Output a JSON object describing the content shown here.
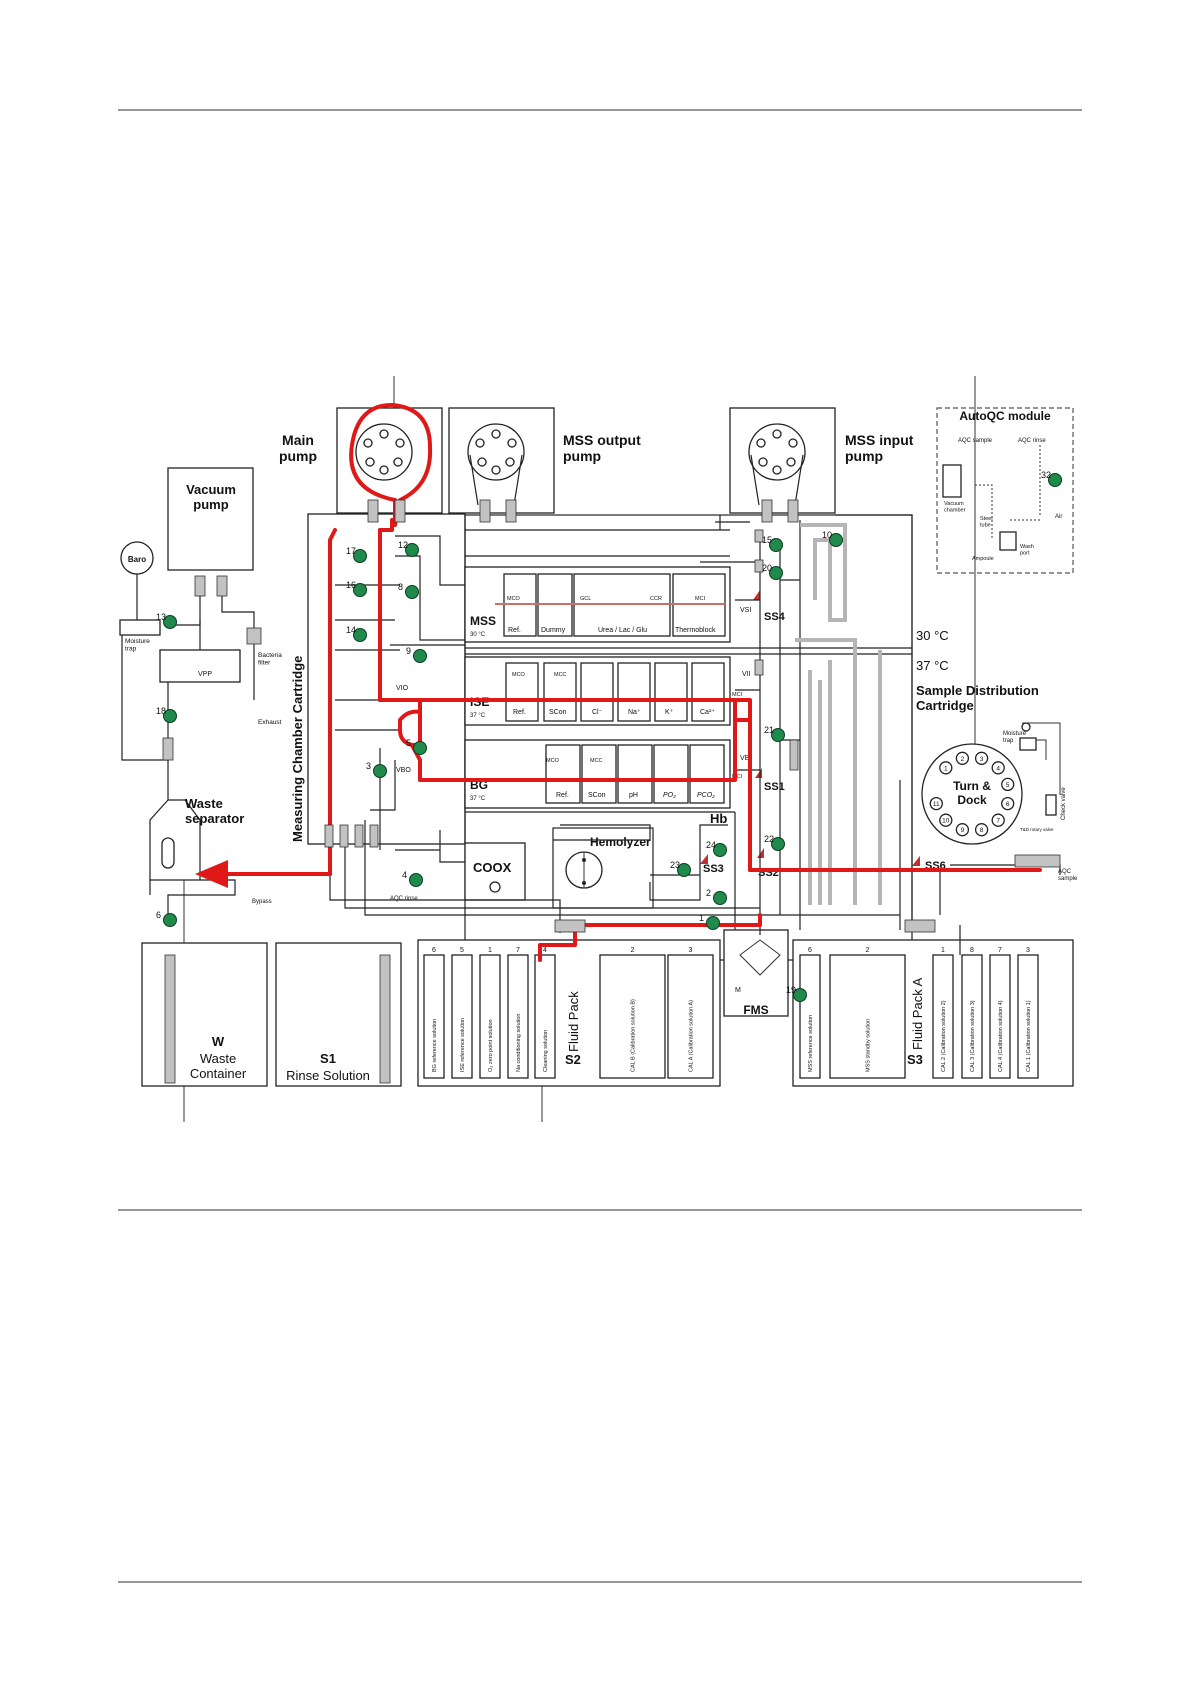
{
  "pumps": {
    "main": "Main\npump",
    "mss_output": "MSS output\npump",
    "mss_input": "MSS input\npump",
    "vacuum": "Vacuum\npump"
  },
  "autoqc": {
    "title": "AutoQC module",
    "aqc_sample": "AQC sample",
    "aqc_rinse": "AQC rinse",
    "vacuum_chamber": "Vacuum\nchamber",
    "steel_tube": "Steel\ntube",
    "ampoule": "Ampoule",
    "wash_port": "Wash\nport",
    "air": "Air"
  },
  "left_parts": {
    "baro": "Baro",
    "moisture_trap": "Moisture\ntrap",
    "vpp": "VPP",
    "bacteria_filter": "Bacteria\nfilter",
    "exhaust": "Exhaust",
    "waste_separator": "Waste\nseparator",
    "bypass": "Bypass",
    "aqc_rinse": "AQC rinse"
  },
  "cartridge": {
    "measuring": "Measuring Chamber Cartridge",
    "sample_distribution": "Sample Distribution\nCartridge",
    "temp_30": "30 °C",
    "temp_37": "37 °C"
  },
  "modules": {
    "mss": {
      "name": "MSS",
      "temp": "30 °C",
      "cells": [
        "Ref.",
        "Dummy",
        "Urea / Lac / Glu",
        "Thermoblock"
      ],
      "tags": [
        "MCO",
        "GCL",
        "CCR",
        "MCI"
      ]
    },
    "ise": {
      "name": "ISE",
      "temp": "37 °C",
      "cells": [
        "Ref.",
        "SCon",
        "Cl⁻",
        "Na⁺",
        "K⁺",
        "Ca²⁺"
      ],
      "tags": [
        "MCO",
        "MCC"
      ]
    },
    "bg": {
      "name": "BG",
      "temp": "37 °C",
      "cells": [
        "Ref.",
        "SCon",
        "pH",
        "PO₂",
        "PCO₂"
      ],
      "tags": [
        "MCO",
        "MCC"
      ]
    },
    "hb": "Hb",
    "coox": "COOX",
    "hemolyzer": "Hemolyzer"
  },
  "valve_labels": [
    "VIO",
    "VBO",
    "VSI",
    "VII",
    "VBI",
    "MCI",
    "MCI"
  ],
  "sensors": [
    "SS1",
    "SS2",
    "SS3",
    "SS4",
    "SS6"
  ],
  "turn_dock": {
    "title": "Turn &\nDock",
    "positions": [
      "1",
      "2",
      "3",
      "4",
      "5",
      "6",
      "7",
      "8",
      "9",
      "10",
      "11"
    ],
    "moisture_trap": "Moisture\ntrap",
    "check_valve": "Check valve",
    "aqc_sample": "AQC\nsample",
    "rotary": "T&D rotary valve"
  },
  "valves": [
    "1",
    "2",
    "3",
    "4",
    "5",
    "6",
    "8",
    "9",
    "10",
    "12",
    "13",
    "14",
    "15",
    "16",
    "17",
    "18",
    "19",
    "20",
    "21",
    "22",
    "23",
    "24",
    "32"
  ],
  "containers": {
    "w": {
      "code": "W",
      "name": "Waste\nContainer"
    },
    "s1": {
      "code": "S1",
      "name": "Rinse Solution"
    },
    "s2": {
      "title": "Fluid Pack",
      "code": "S2",
      "bottles": [
        "BG reference solution",
        "ISE reference solution",
        "O₂ zero point solution",
        "Na conditioning solution",
        "Cleaning solution",
        "CAL B (Calibration solution B)",
        "CAL A (Calibration solution A)"
      ],
      "ports": [
        "6",
        "5",
        "1",
        "7",
        "4",
        "2",
        "3"
      ]
    },
    "s3": {
      "title": "Fluid Pack A",
      "code": "S3",
      "bottles": [
        "MSS reference solution",
        "MSS standby solution",
        "CAL 2 (Calibration solution 2)",
        "CAL 3 (Calibration solution 3)",
        "CAL 4 (Calibration solution 4)",
        "CAL 1 (Calibration solution 1)"
      ],
      "ports": [
        "6",
        "2",
        "1",
        "8",
        "7",
        "3"
      ]
    },
    "fms": "FMS",
    "m": "M"
  },
  "colors": {
    "flow": "#e01818",
    "valve": "#1f8a4c",
    "tube": "#b5b5b5",
    "line": "#222222"
  }
}
